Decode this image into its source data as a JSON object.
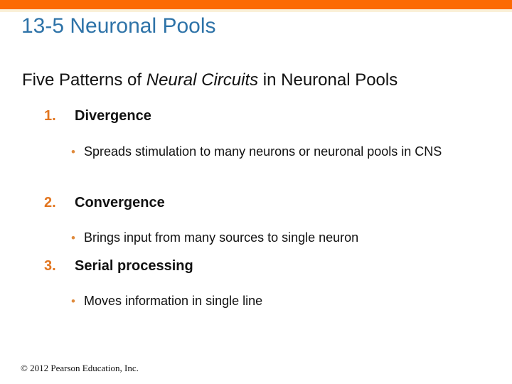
{
  "slide": {
    "title": "13-5 Neuronal Pools",
    "subtitle": {
      "prefix": "Five Patterns of ",
      "italic": "Neural Circuits",
      "suffix": " in Neuronal Pools"
    },
    "bullet_glyph": "•",
    "items": [
      {
        "number": "1.",
        "heading": "Divergence",
        "bullets": [
          "Spreads stimulation to many neurons or neuronal pools in CNS"
        ]
      },
      {
        "number": "2.",
        "heading": "Convergence",
        "bullets": [
          "Brings input from many sources to single neuron"
        ]
      },
      {
        "number": "3.",
        "heading": "Serial processing",
        "bullets": [
          "Moves information in single line"
        ]
      }
    ],
    "footer": "© 2012 Pearson Education, Inc.",
    "colors": {
      "top_bar": "#fc6a03",
      "top_bar_underline": "#faf0d8",
      "title_blue": "#2e73a8",
      "number_orange": "#e2751f",
      "bullet_orange": "#df8a3c",
      "body_text": "#111111",
      "background": "#ffffff"
    }
  }
}
